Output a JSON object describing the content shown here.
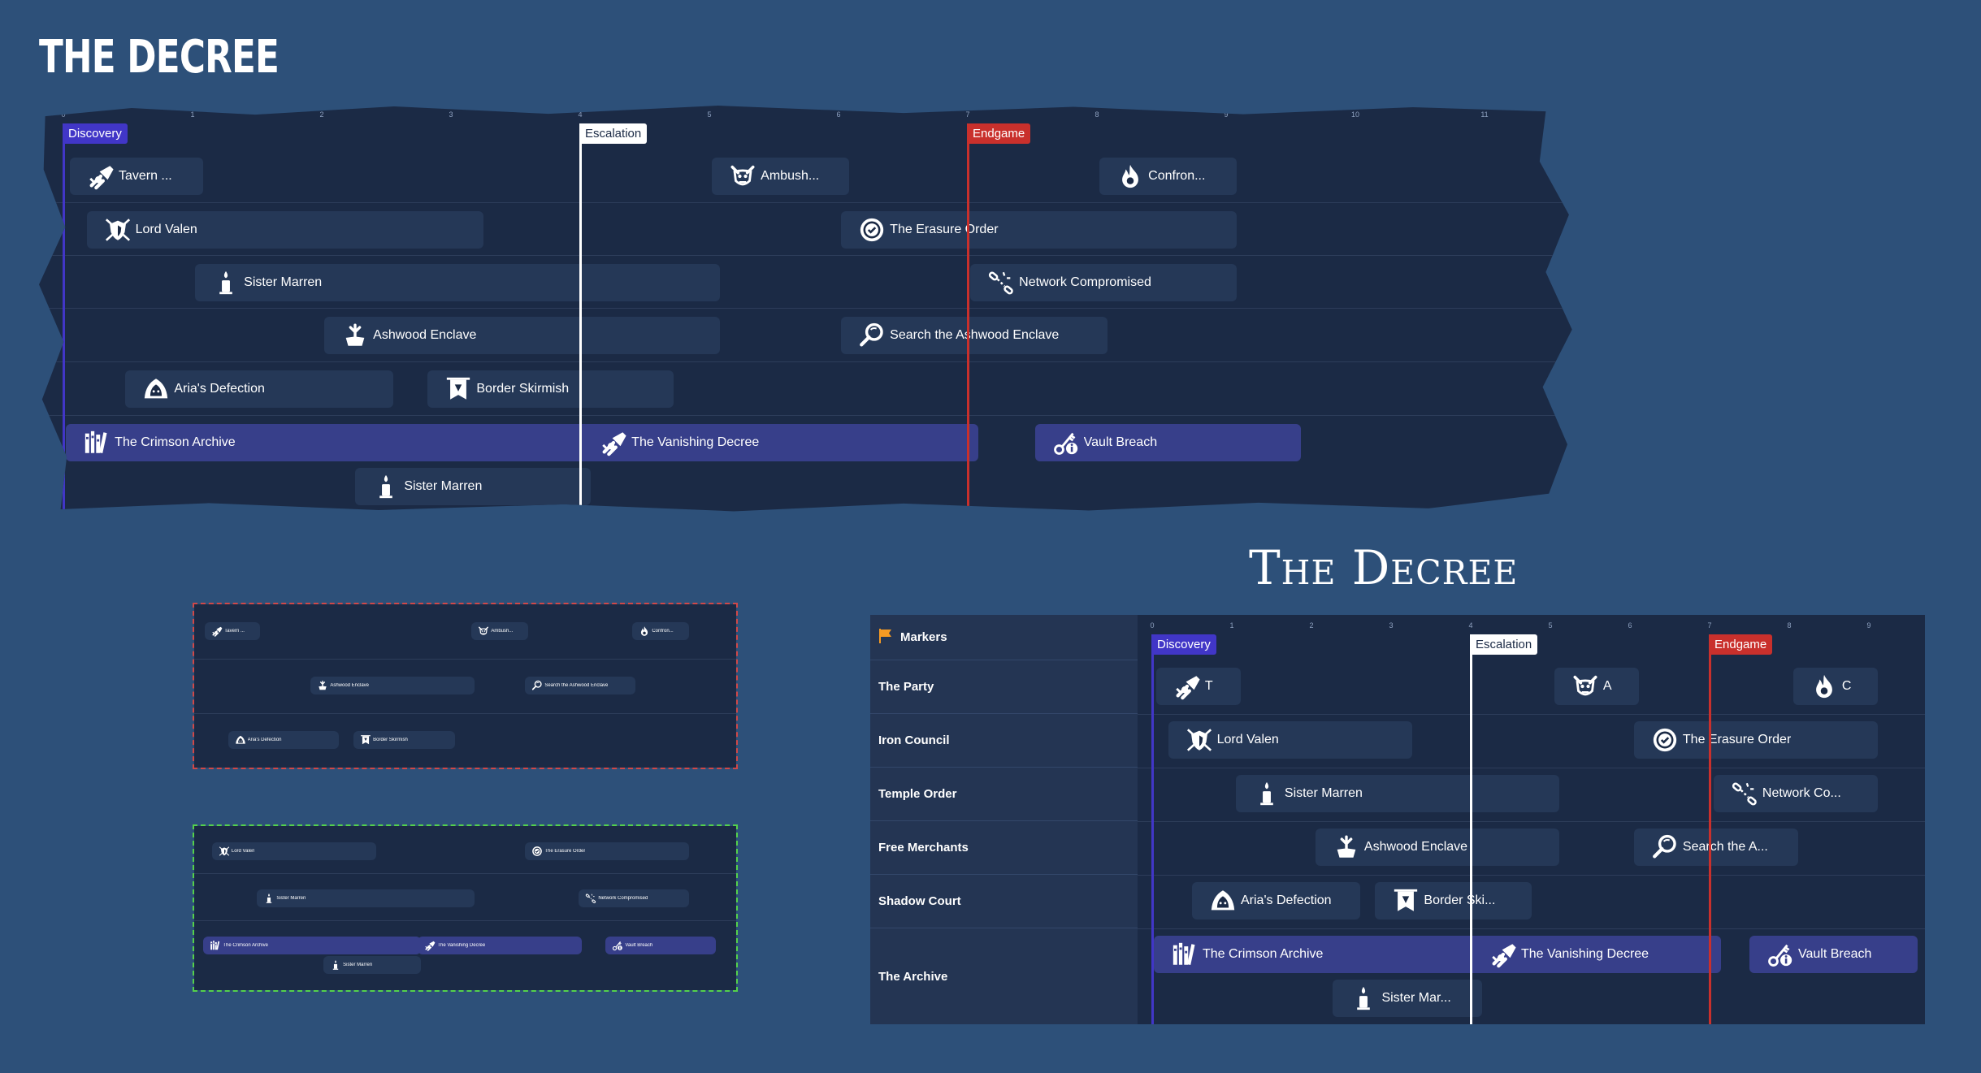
{
  "titles": {
    "main": "THE DECREE",
    "serif": "The Decree"
  },
  "colors": {
    "page_bg": "#2d5079",
    "panel_bg": "#1b2a45",
    "bar": "#253857",
    "archive_bar": "#373f8a",
    "discovery": "#4136c7",
    "escalation": "#ffffff",
    "endgame": "#c9302c"
  },
  "markers_header": "Markers",
  "ticks": [
    "0",
    "1",
    "2",
    "3",
    "4",
    "5",
    "6",
    "7",
    "8",
    "9",
    "10",
    "11"
  ],
  "markers": [
    {
      "id": "discovery",
      "label": "Discovery",
      "t": 0
    },
    {
      "id": "escalation",
      "label": "Escalation",
      "t": 4
    },
    {
      "id": "endgame",
      "label": "Endgame",
      "t": 7
    }
  ],
  "lanes": [
    {
      "name": "The Party"
    },
    {
      "name": "Iron Council"
    },
    {
      "name": "Temple Order"
    },
    {
      "name": "Free Merchants"
    },
    {
      "name": "Shadow Court"
    },
    {
      "name": "The Archive"
    }
  ],
  "views": {
    "main": {
      "events": [
        {
          "lane": 0,
          "row": 0,
          "start": 0.05,
          "end": 0.98,
          "label": "Tavern ...",
          "icon": "scroll-icon"
        },
        {
          "lane": 0,
          "row": 0,
          "start": 5.02,
          "end": 5.98,
          "label": "Ambush...",
          "icon": "ambush-icon"
        },
        {
          "lane": 0,
          "row": 0,
          "start": 8.02,
          "end": 8.98,
          "label": "Confron...",
          "icon": "fire-icon"
        },
        {
          "lane": 1,
          "row": 0,
          "start": 0.18,
          "end": 3.15,
          "label": "Lord Valen",
          "icon": "shield-swords-icon"
        },
        {
          "lane": 1,
          "row": 0,
          "start": 6.02,
          "end": 8.98,
          "label": "The Erasure Order",
          "icon": "seal-icon"
        },
        {
          "lane": 2,
          "row": 0,
          "start": 1.02,
          "end": 4.98,
          "label": "Sister Marren",
          "icon": "candle-icon"
        },
        {
          "lane": 2,
          "row": 0,
          "start": 7.02,
          "end": 8.98,
          "label": "Network Compromised",
          "icon": "broken-chain-icon"
        },
        {
          "lane": 3,
          "row": 0,
          "start": 2.02,
          "end": 4.98,
          "label": "Ashwood Enclave",
          "icon": "tree-hand-icon"
        },
        {
          "lane": 3,
          "row": 0,
          "start": 6.02,
          "end": 7.98,
          "label": "Search the Ashwood Enclave",
          "icon": "magnifier-icon"
        },
        {
          "lane": 4,
          "row": 0,
          "start": 0.48,
          "end": 2.45,
          "label": "Aria's Defection",
          "icon": "hood-icon"
        },
        {
          "lane": 4,
          "row": 0,
          "start": 2.82,
          "end": 4.62,
          "label": "Border Skirmish",
          "icon": "banner-icon"
        },
        {
          "lane": 5,
          "row": 0,
          "start": 0.02,
          "end": 3.98,
          "label": "The Crimson Archive",
          "icon": "books-icon",
          "archive": true
        },
        {
          "lane": 5,
          "row": 0,
          "start": 4.02,
          "end": 6.98,
          "label": "The Vanishing Decree",
          "icon": "scroll-icon",
          "archive": true
        },
        {
          "lane": 5,
          "row": 0,
          "start": 7.52,
          "end": 9.48,
          "label": "Vault Breach",
          "icon": "key-icon",
          "archive": true
        },
        {
          "lane": 5,
          "row": 1,
          "start": 2.26,
          "end": 3.98,
          "label": "Sister Marren",
          "icon": "candle-icon"
        }
      ]
    },
    "lanes_view": {
      "events": [
        {
          "lane": 0,
          "row": 0,
          "start": 0.05,
          "end": 0.95,
          "label": "T",
          "icon": "scroll-icon"
        },
        {
          "lane": 0,
          "row": 0,
          "start": 5.05,
          "end": 5.95,
          "label": "A",
          "icon": "ambush-icon"
        },
        {
          "lane": 0,
          "row": 0,
          "start": 8.05,
          "end": 8.95,
          "label": "C",
          "icon": "fire-icon"
        },
        {
          "lane": 1,
          "row": 0,
          "start": 0.2,
          "end": 3.1,
          "label": "Lord Valen",
          "icon": "shield-swords-icon"
        },
        {
          "lane": 1,
          "row": 0,
          "start": 6.05,
          "end": 8.95,
          "label": "The Erasure Order",
          "icon": "seal-icon"
        },
        {
          "lane": 2,
          "row": 0,
          "start": 1.05,
          "end": 4.95,
          "label": "Sister Marren",
          "icon": "candle-icon"
        },
        {
          "lane": 2,
          "row": 0,
          "start": 7.05,
          "end": 8.95,
          "label": "Network Co...",
          "icon": "broken-chain-icon"
        },
        {
          "lane": 3,
          "row": 0,
          "start": 2.05,
          "end": 4.95,
          "label": "Ashwood Enclave",
          "icon": "tree-hand-icon"
        },
        {
          "lane": 3,
          "row": 0,
          "start": 6.05,
          "end": 7.95,
          "label": "Search the A...",
          "icon": "magnifier-icon"
        },
        {
          "lane": 4,
          "row": 0,
          "start": 0.5,
          "end": 2.45,
          "label": "Aria's Defection",
          "icon": "hood-icon"
        },
        {
          "lane": 4,
          "row": 0,
          "start": 2.8,
          "end": 4.6,
          "label": "Border Ski...",
          "icon": "banner-icon"
        },
        {
          "lane": 5,
          "row": 0,
          "start": 0.02,
          "end": 3.98,
          "label": "The Crimson Archive",
          "icon": "books-icon",
          "archive": true
        },
        {
          "lane": 5,
          "row": 0,
          "start": 4.02,
          "end": 6.98,
          "label": "The Vanishing Decree",
          "icon": "scroll-icon",
          "archive": true
        },
        {
          "lane": 5,
          "row": 0,
          "start": 7.5,
          "end": 9.45,
          "label": "Vault Breach",
          "icon": "key-icon",
          "archive": true
        },
        {
          "lane": 5,
          "row": 1,
          "start": 2.27,
          "end": 3.98,
          "label": "Sister Mar...",
          "icon": "candle-icon"
        }
      ]
    },
    "mini_red": {
      "events": [
        {
          "lane": 0,
          "row": 0,
          "start": 0.05,
          "end": 0.98,
          "label": "Tavern ...",
          "icon": "scroll-icon"
        },
        {
          "lane": 0,
          "row": 0,
          "start": 5.02,
          "end": 5.98,
          "label": "Ambush...",
          "icon": "ambush-icon"
        },
        {
          "lane": 0,
          "row": 0,
          "start": 8.02,
          "end": 8.98,
          "label": "Confron...",
          "icon": "fire-icon"
        },
        {
          "lane": 1,
          "row": 0,
          "start": 2.02,
          "end": 4.98,
          "label": "Ashwood Enclave",
          "icon": "tree-hand-icon"
        },
        {
          "lane": 1,
          "row": 0,
          "start": 6.02,
          "end": 7.98,
          "label": "Search the Ashwood Enclave",
          "icon": "magnifier-icon"
        },
        {
          "lane": 2,
          "row": 0,
          "start": 0.48,
          "end": 2.45,
          "label": "Aria's Defection",
          "icon": "hood-icon"
        },
        {
          "lane": 2,
          "row": 0,
          "start": 2.82,
          "end": 4.62,
          "label": "Border Skirmish",
          "icon": "banner-icon"
        }
      ]
    },
    "mini_green": {
      "events": [
        {
          "lane": 0,
          "row": 0,
          "start": 0.18,
          "end": 3.15,
          "label": "Lord Valen",
          "icon": "shield-swords-icon"
        },
        {
          "lane": 0,
          "row": 0,
          "start": 6.02,
          "end": 8.98,
          "label": "The Erasure Order",
          "icon": "seal-icon"
        },
        {
          "lane": 1,
          "row": 0,
          "start": 1.02,
          "end": 4.98,
          "label": "Sister Marren",
          "icon": "candle-icon"
        },
        {
          "lane": 1,
          "row": 0,
          "start": 7.02,
          "end": 8.98,
          "label": "Network Compromised",
          "icon": "broken-chain-icon"
        },
        {
          "lane": 2,
          "row": 0,
          "start": 0.02,
          "end": 3.98,
          "label": "The Crimson Archive",
          "icon": "books-icon",
          "archive": true
        },
        {
          "lane": 2,
          "row": 0,
          "start": 4.02,
          "end": 6.98,
          "label": "The Vanishing Decree",
          "icon": "scroll-icon",
          "archive": true
        },
        {
          "lane": 2,
          "row": 0,
          "start": 7.52,
          "end": 9.48,
          "label": "Vault Breach",
          "icon": "key-icon",
          "archive": true
        },
        {
          "lane": 2,
          "row": 1,
          "start": 2.26,
          "end": 3.98,
          "label": "Sister Marren",
          "icon": "candle-icon"
        }
      ]
    }
  }
}
